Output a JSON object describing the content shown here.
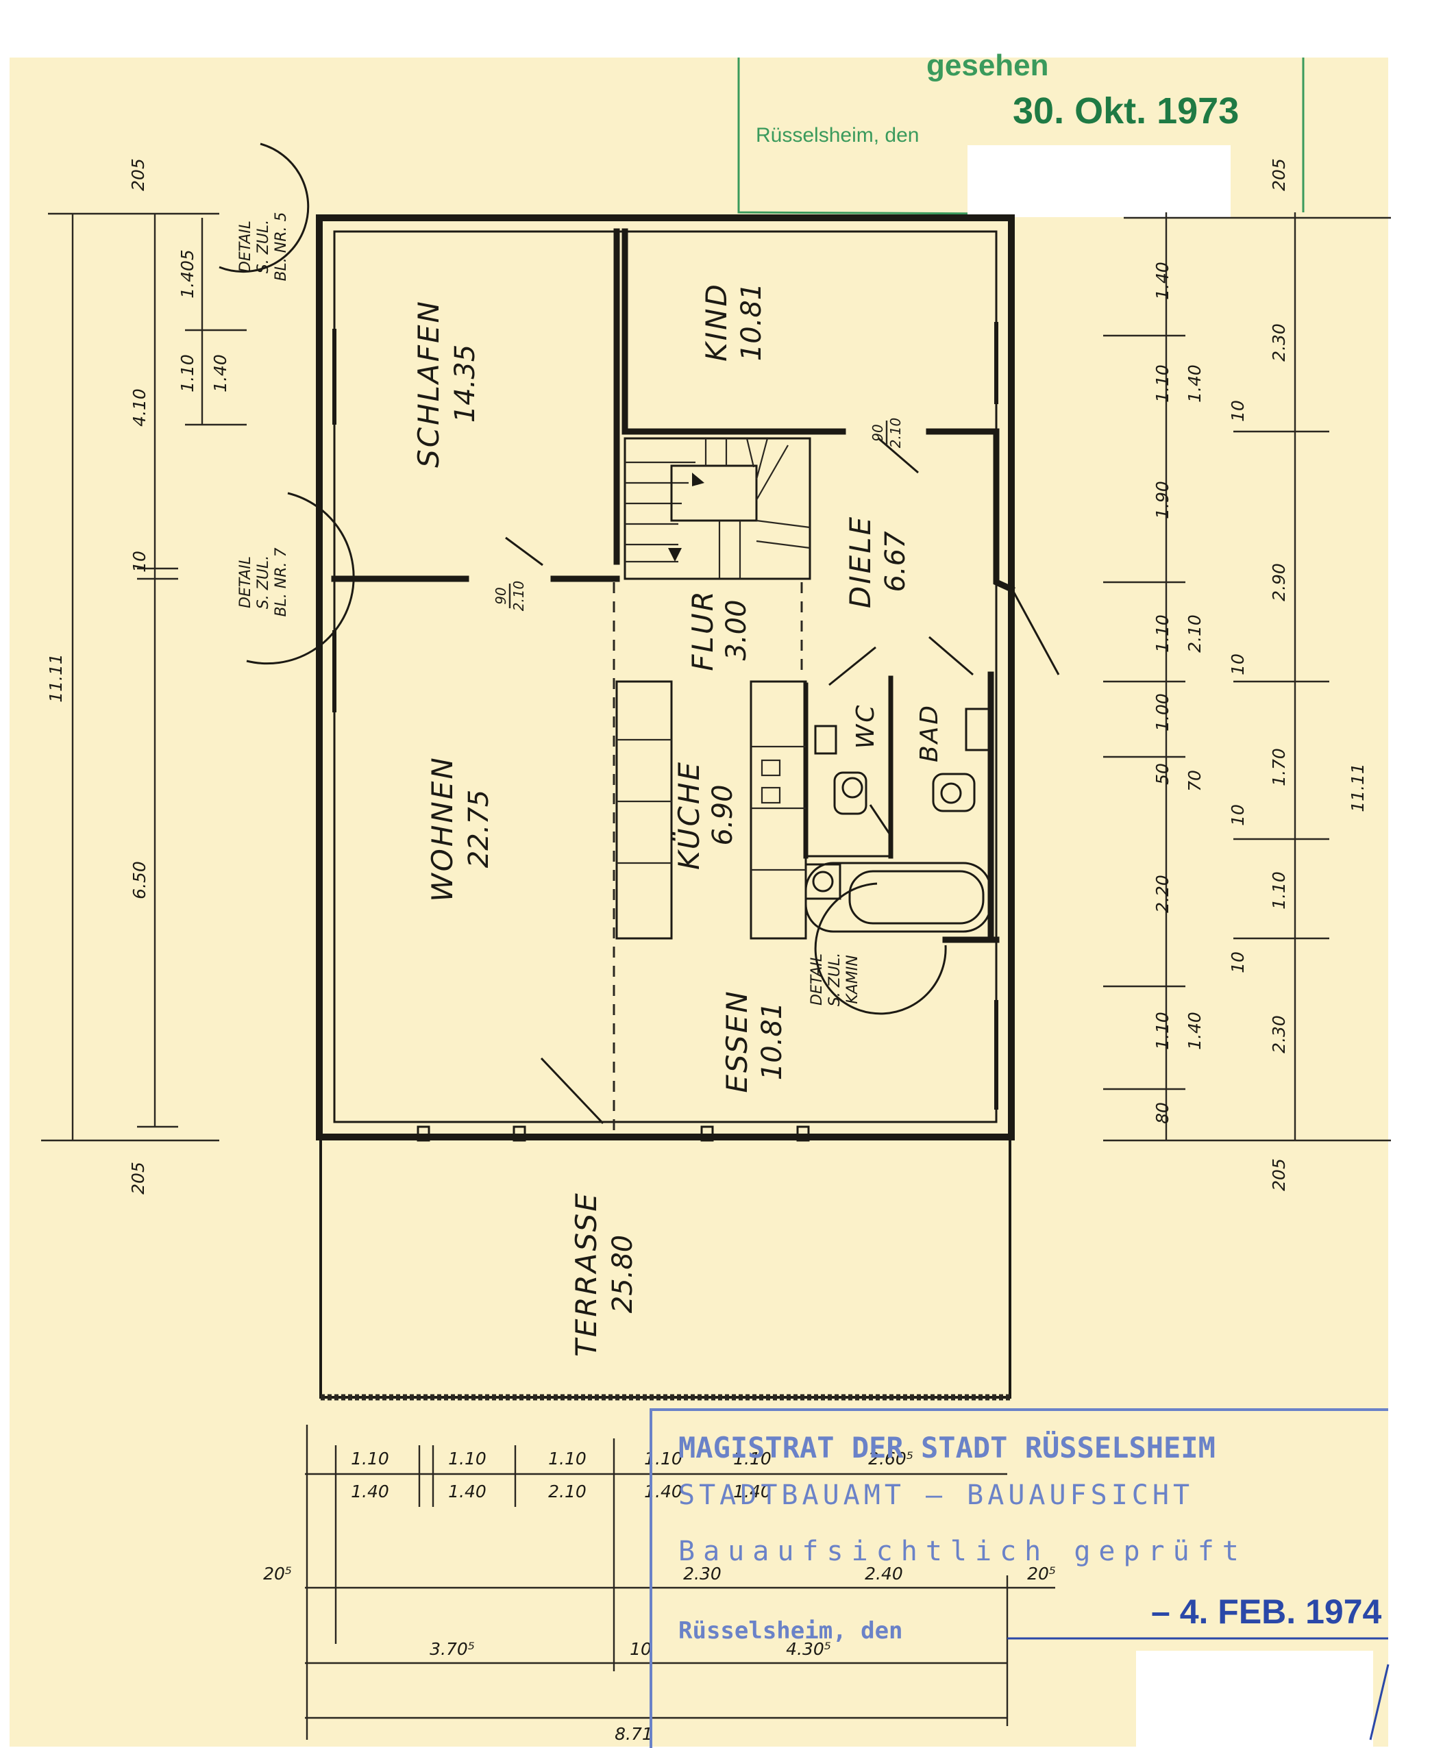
{
  "rooms": {
    "schlafen": {
      "name": "SCHLAFEN",
      "area": "14.35"
    },
    "kind": {
      "name": "KIND",
      "area": "10.81"
    },
    "diele": {
      "name": "DIELE",
      "area": "6.67"
    },
    "flur": {
      "name": "FLUR",
      "area": "3.00"
    },
    "wohnen": {
      "name": "WOHNEN",
      "area": "22.75"
    },
    "kueche": {
      "name": "KÜCHE",
      "area": "6.90"
    },
    "essen": {
      "name": "ESSEN",
      "area": "10.81"
    },
    "wc": {
      "name": "WC"
    },
    "bad": {
      "name": "BAD"
    },
    "terrasse": {
      "name": "TERRASSE",
      "area": "25.80"
    }
  },
  "details": {
    "detail_5": [
      "DETAIL",
      "S. ZUL.",
      "BL. NR. 5"
    ],
    "detail_7": [
      "DETAIL",
      "S. ZUL.",
      "BL. NR. 7"
    ],
    "detail_kamin": [
      "DETAIL",
      "S. ZUL.",
      "KAMIN"
    ]
  },
  "doors": {
    "schlafen_top": "90",
    "schlafen_bottom": "2.10",
    "kind_top": "90",
    "kind_bottom": "2.10"
  },
  "dims_left": {
    "d205_top": "205",
    "d1405": "1.405",
    "d110": "1.10",
    "d140": "1.40",
    "d410": "4.10",
    "d10": "10",
    "d1111": "11.11",
    "d650": "6.50",
    "d205_bot": "205"
  },
  "dims_right": {
    "d205_top": "205",
    "d140a": "1.40",
    "d110a": "1.10",
    "d140b": "1.40",
    "d230a": "2.30",
    "d10a": "10",
    "d190": "1.90",
    "d290": "2.90",
    "d110b": "1.10",
    "d210": "2.10",
    "d10b": "10",
    "d100": "1.00",
    "d50": "50",
    "d70": "70",
    "d170": "1.70",
    "d10c": "10",
    "d1111": "11.11",
    "d220": "2.20",
    "d110c": "1.10",
    "d10d": "10",
    "d110d": "1.10",
    "d140c": "1.40",
    "d230b": "2.30",
    "d80": "80",
    "d205_bot": "205"
  },
  "dims_bottom": {
    "w1": "1.10",
    "h1": "1.40",
    "w2": "1.10",
    "h2": "1.40",
    "w3": "1.10",
    "h3": "2.10",
    "w4": "1.10",
    "h4": "1.40",
    "w5": "1.10",
    "h5": "1.40",
    "w6": "2.60⁵",
    "d205_left": "20⁵",
    "d230": "2.30",
    "d240": "2.40",
    "d205_right": "20⁵",
    "d3705": "3.70⁵",
    "d10": "10",
    "d4305": "4.30⁵",
    "d871": "8.71"
  },
  "stamp_green": {
    "heading": "gesehen",
    "place": "Rüsselsheim, den",
    "date": "30. Okt. 1973"
  },
  "stamp_blue": {
    "line1": "MAGISTRAT DER STADT RÜSSELSHEIM",
    "line2": "STADTBAUAMT – BAUAUFSICHT",
    "line3": "Bauaufsichtlich geprüft",
    "line4": "Rüsselsheim, den",
    "date": "– 4. FEB. 1974"
  },
  "colors": {
    "paper": "#fbf1c9",
    "ink": "#1c1a14",
    "stamp_green": "#3a9a5c",
    "stamp_blue": "#6a82c8"
  }
}
